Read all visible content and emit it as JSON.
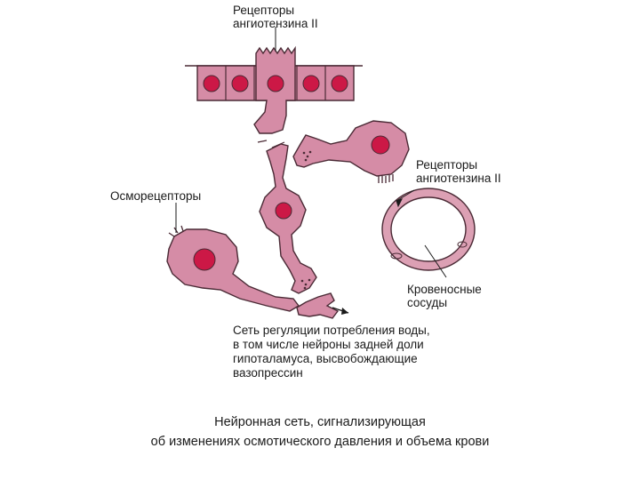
{
  "labels": {
    "top_receptors": [
      "Рецепторы",
      "ангиотензина II"
    ],
    "right_receptors": [
      "Рецепторы",
      "ангиотензина II"
    ],
    "osmoreceptors": "Осморецепторы",
    "blood_vessels": [
      "Кровеносные",
      "сосуды"
    ],
    "network": [
      "Сеть регуляции потребления воды,",
      "в том числе нейроны задней доли",
      "гипоталамуса, высвобождающие",
      "вазопрессин"
    ]
  },
  "caption": [
    "Нейронная сеть, сигнализирующая",
    "об изменениях осмотического давления и объема крови"
  ],
  "colors": {
    "cell_fill": "#d58ca6",
    "cell_stroke": "#4a2a35",
    "nucleus": "#cc1846",
    "vessel_fill": "#dca0b4"
  }
}
